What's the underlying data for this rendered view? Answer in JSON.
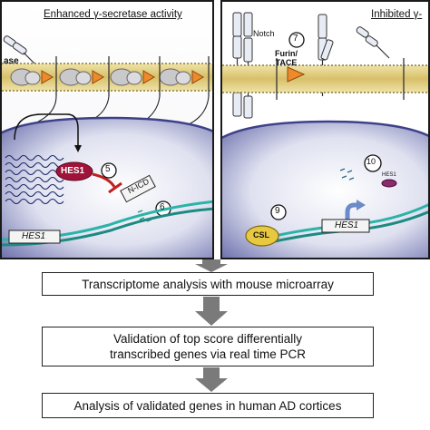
{
  "left_panel": {
    "title": "Enhanced γ-secretase activity",
    "labels": {
      "partial_word": "ase",
      "hes1_protein": "HES1",
      "step_5": "5",
      "nicd": "N-ICD",
      "step_6": "6",
      "hes1_gene": "HES1"
    }
  },
  "right_panel": {
    "title": "Inhibited γ-",
    "labels": {
      "notch": "Notch",
      "step_7": "7",
      "furin_tace": "Furin/\nTACE",
      "step_10": "10",
      "hes1_protein": "HES1",
      "step_9": "9",
      "csl": "CSL",
      "hes1_gene": "HES1"
    }
  },
  "workflow": {
    "steps": [
      "Transcriptome analysis with mouse microarray",
      "Validation of top score differentially\ntranscribed genes via real time PCR",
      "Analysis of validated genes in human AD cortices"
    ]
  },
  "colors": {
    "membrane": "#e8d488",
    "nucleus": "#4a4f9a",
    "dna_strand": "#2ab3a8",
    "arrow_fill": "#7a7a7a"
  }
}
